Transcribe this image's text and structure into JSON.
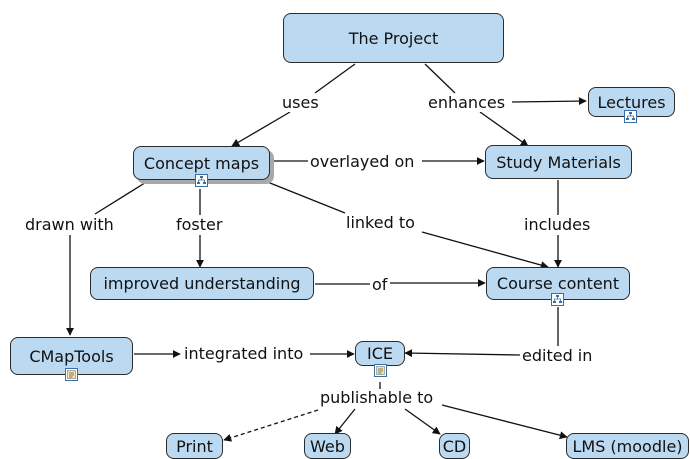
{
  "nodes": {
    "project": "The Project",
    "lectures": "Lectures",
    "concept_maps": "Concept maps",
    "study_materials": "Study Materials",
    "improved_understanding": "improved understanding",
    "course_content": "Course content",
    "cmaptools": "CMapTools",
    "ice": "ICE",
    "print": "Print",
    "web": "Web",
    "cd": "CD",
    "lms": "LMS (moodle)"
  },
  "links": {
    "uses": "uses",
    "enhances": "enhances",
    "overlayed_on": "overlayed on",
    "drawn_with": "drawn with",
    "foster": "foster",
    "linked_to": "linked to",
    "includes": "includes",
    "of": "of",
    "integrated_into": "integrated into",
    "edited_in": "edited in",
    "publishable_to": "publishable to"
  },
  "icons": [
    "concept-map-icon",
    "document-icon"
  ],
  "colors": {
    "node_fill": "#bcd9f2",
    "node_border": "#2b2b2b",
    "line": "#111111",
    "icon": "#3a6ea5"
  }
}
